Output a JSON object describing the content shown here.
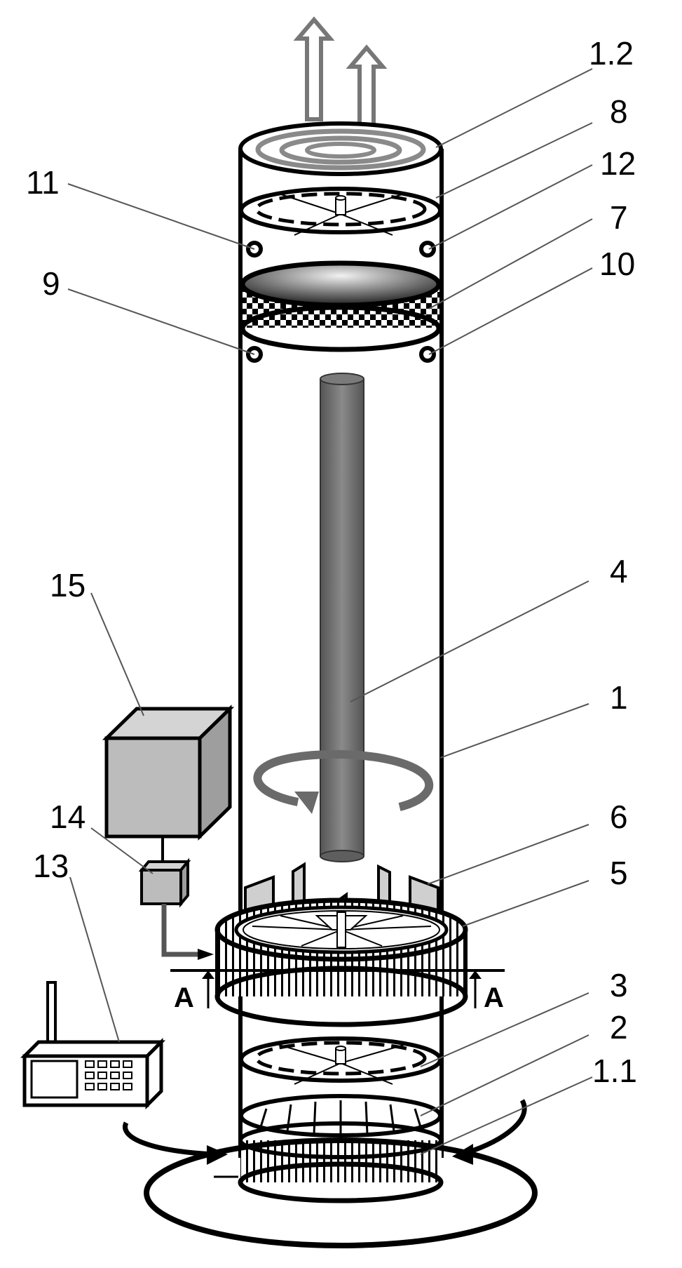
{
  "labels": {
    "l1_2": "1.2",
    "l8": "8",
    "l12": "12",
    "l11": "11",
    "l7": "7",
    "l10": "10",
    "l9": "9",
    "l4": "4",
    "l15": "15",
    "l1": "1",
    "l14": "14",
    "l6": "6",
    "l13": "13",
    "l5": "5",
    "l3": "3",
    "l2": "2",
    "l1_1": "1.1"
  },
  "section": {
    "left": "A",
    "right": "A"
  },
  "colors": {
    "outline": "#000000",
    "rod": "#6f6f6f",
    "grey_fill": "#bcbcbc",
    "leader": "#555555",
    "background": "#ffffff"
  }
}
